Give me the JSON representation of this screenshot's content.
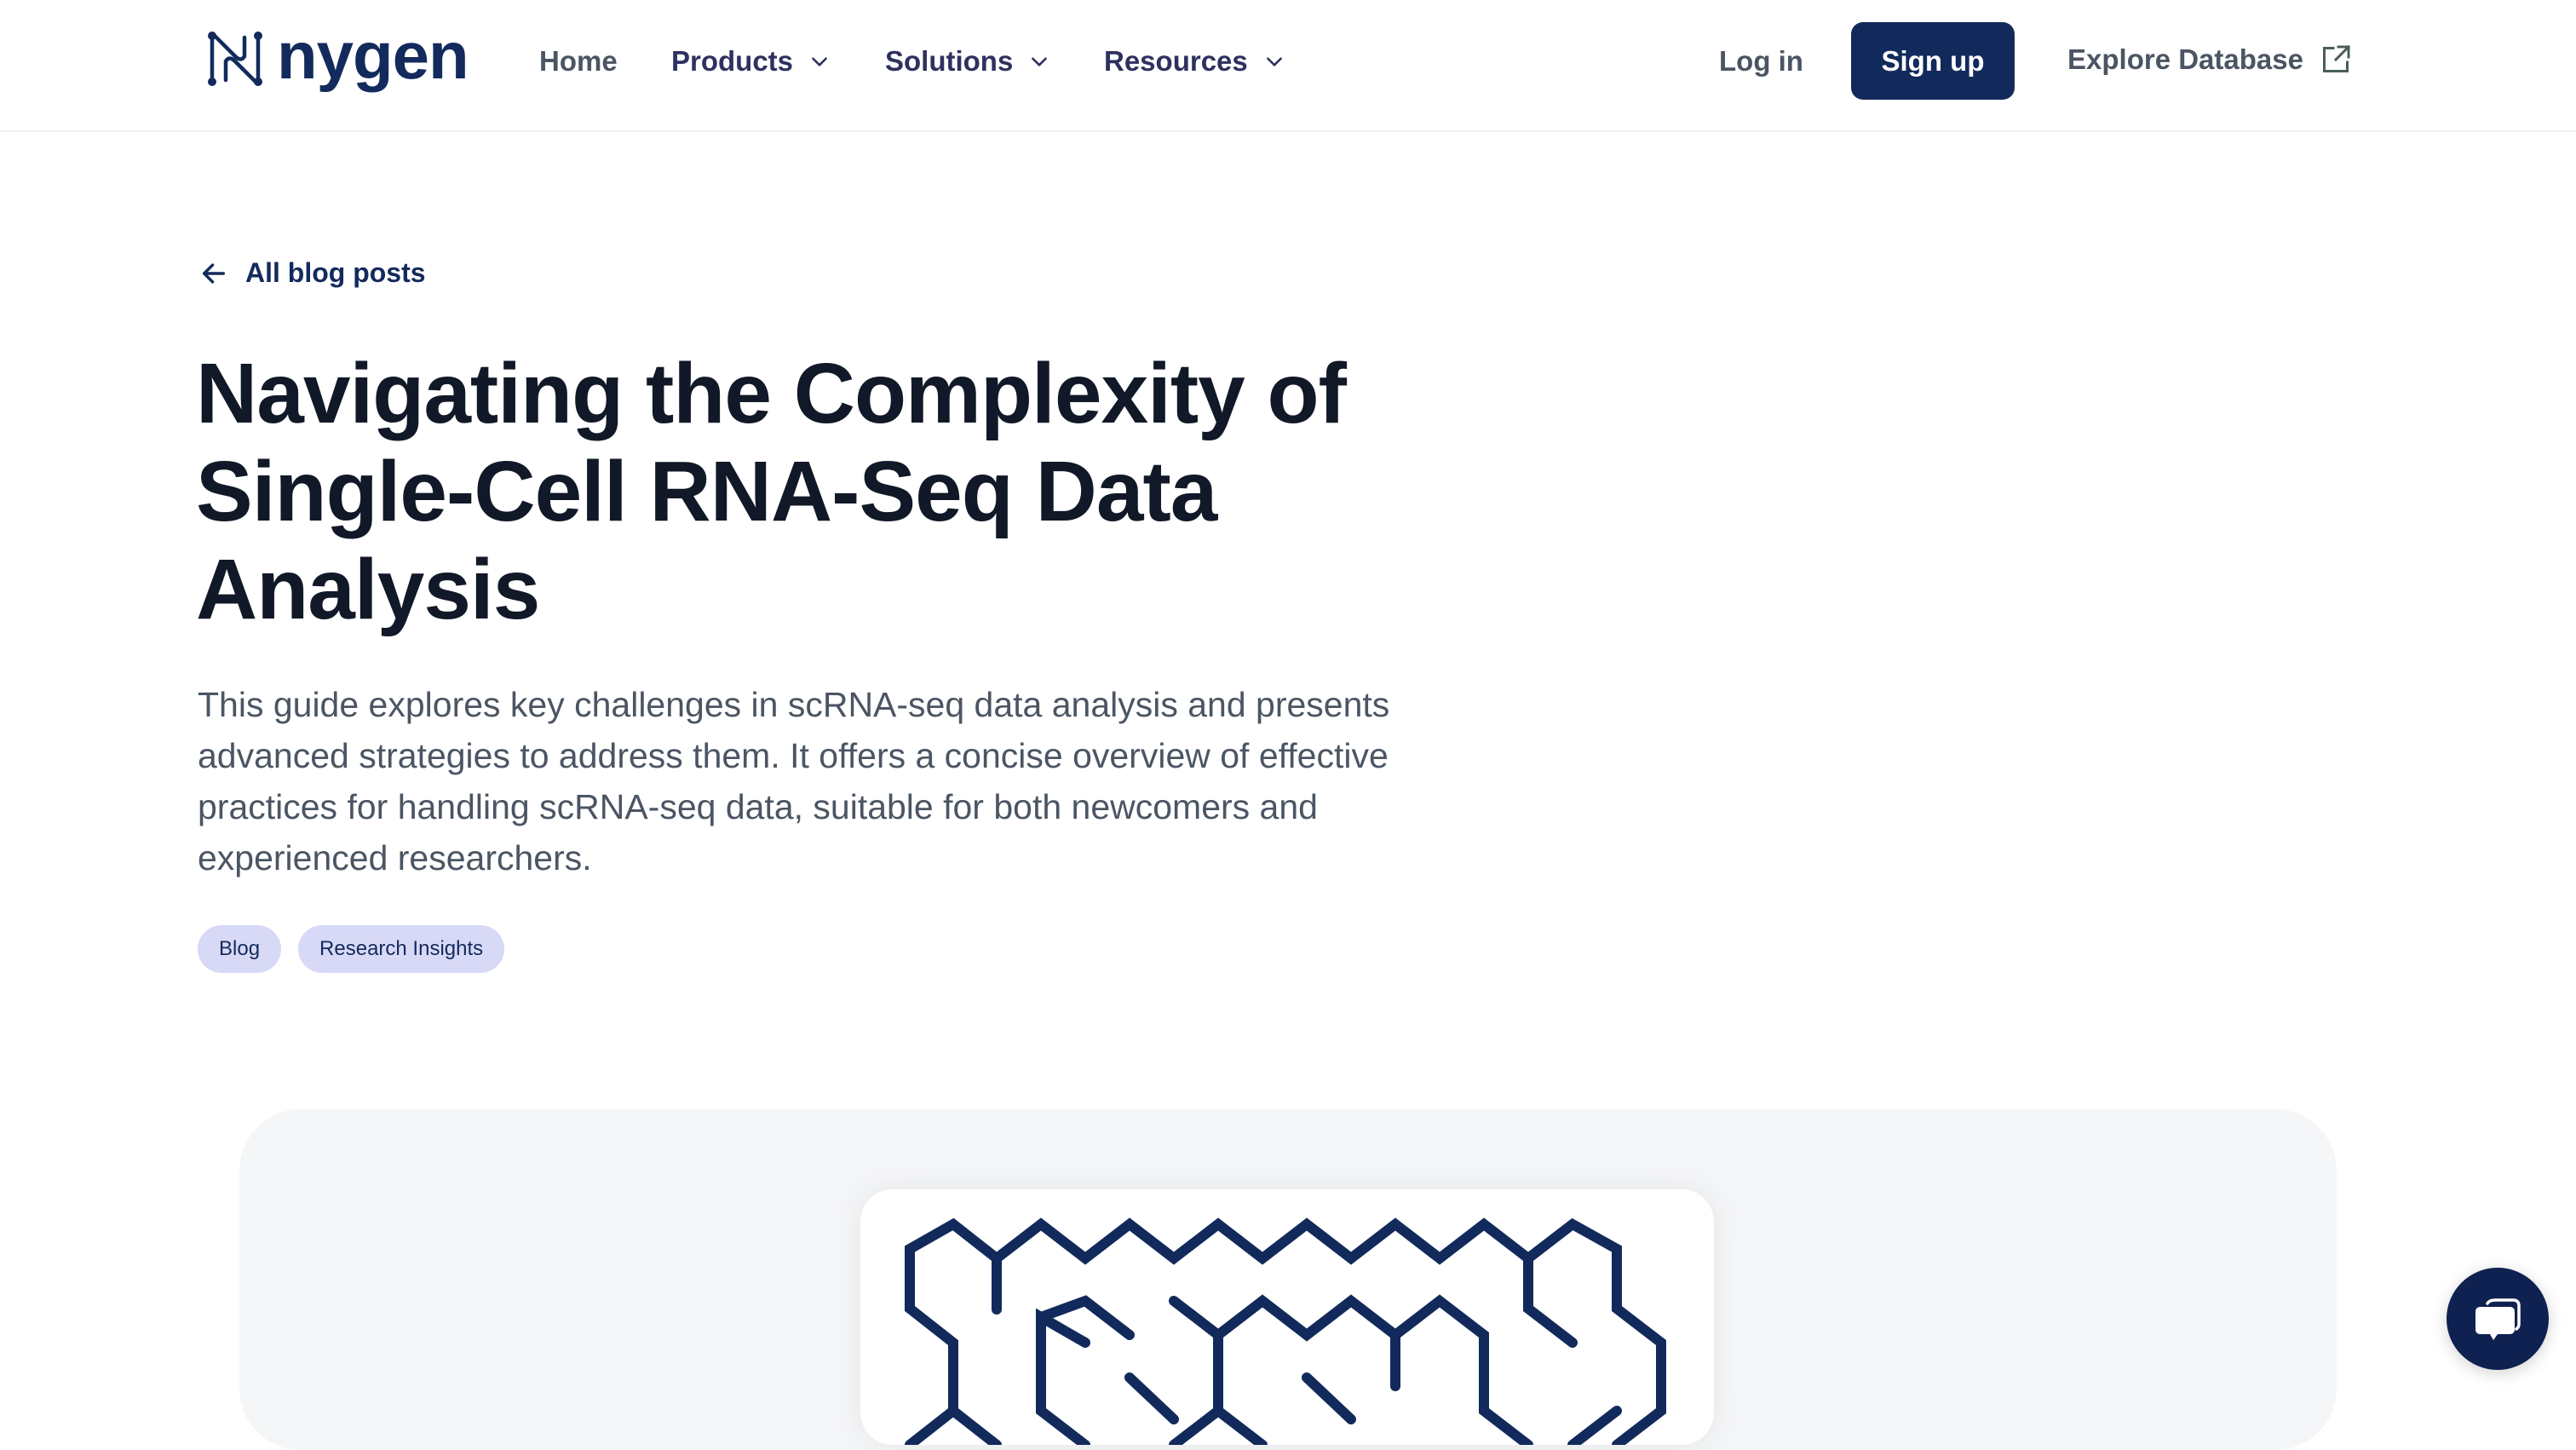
{
  "header": {
    "brand": "nygen",
    "nav": [
      {
        "label": "Home",
        "has_dropdown": false
      },
      {
        "label": "Products",
        "has_dropdown": true
      },
      {
        "label": "Solutions",
        "has_dropdown": true
      },
      {
        "label": "Resources",
        "has_dropdown": true
      }
    ],
    "login_label": "Log in",
    "signup_label": "Sign up",
    "explore_label": "Explore Database",
    "icons": {
      "dropdown": "chevron-down-icon",
      "explore": "external-link-icon"
    }
  },
  "article": {
    "back_label": "All blog posts",
    "title": "Navigating the Complexity of Single-Cell RNA-Seq Data Analysis",
    "description": "This guide explores key challenges in scRNA-seq data analysis and presents advanced strategies to address them. It offers a concise overview of effective practices for handling scRNA-seq data, suitable for both newcomers and experienced researchers.",
    "tags": [
      "Blog",
      "Research Insights"
    ]
  },
  "hero": {
    "image": "hexagonal-maze-pattern"
  },
  "chat": {
    "icon": "chat-bubbles-icon"
  },
  "colors": {
    "brand_navy": "#122a5b",
    "title": "#111827",
    "body_text": "#4b5563",
    "nav_text": "#2e3160",
    "tag_bg": "#d8d9f6",
    "panel_bg": "#f5f6f8",
    "chat_bg": "#0f2150"
  }
}
